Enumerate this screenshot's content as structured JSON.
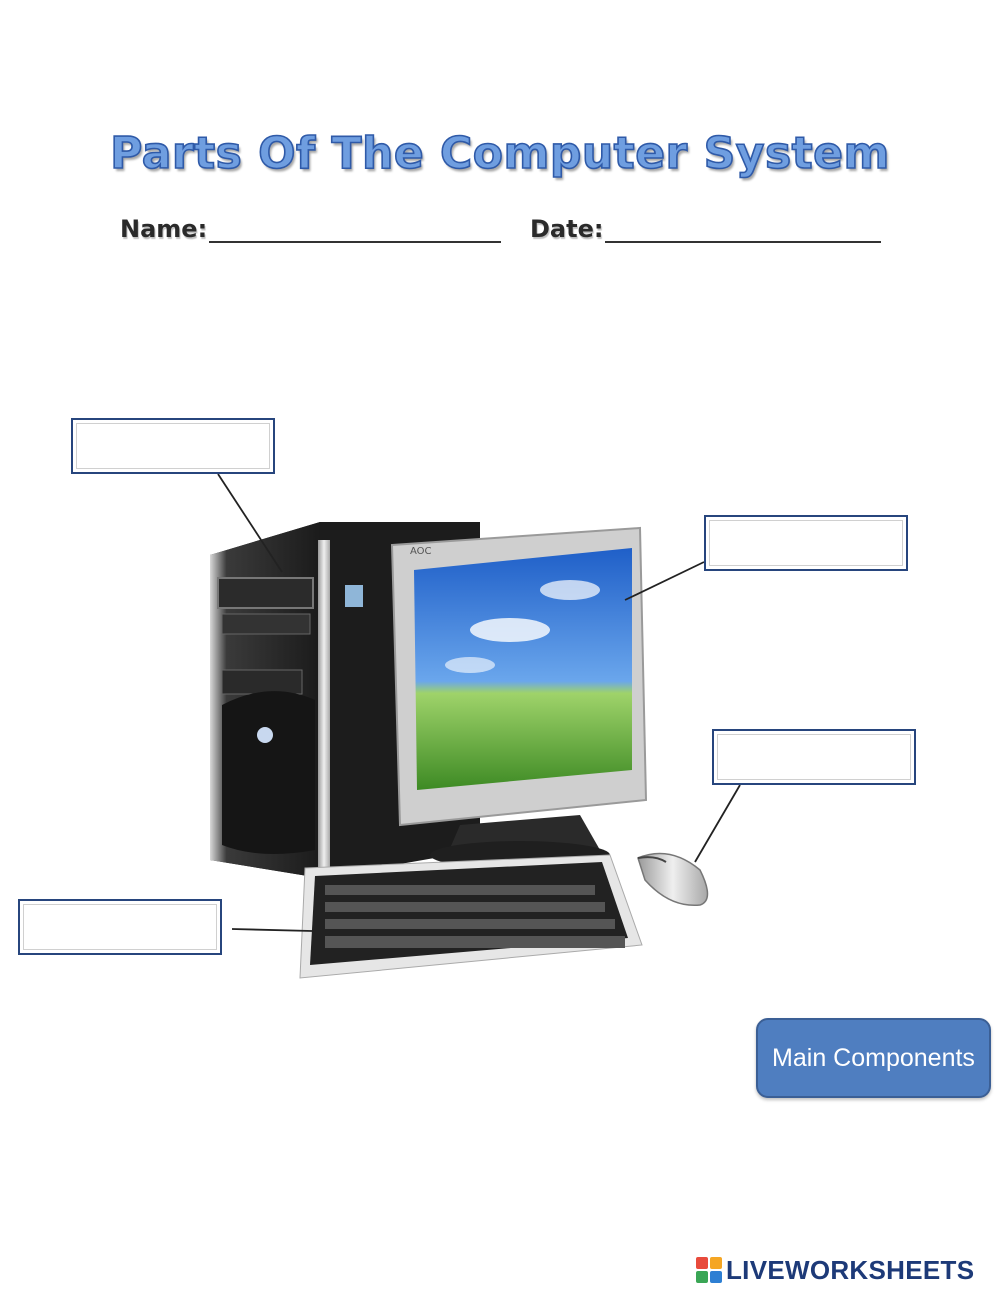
{
  "worksheet": {
    "title": "Parts Of The Computer System",
    "name_label": "Name:",
    "date_label": "Date:"
  },
  "image": {
    "monitor_brand": "AOC"
  },
  "answer_boxes": [
    {
      "id": "system-unit",
      "value": ""
    },
    {
      "id": "monitor",
      "value": ""
    },
    {
      "id": "mouse",
      "value": ""
    },
    {
      "id": "keyboard",
      "value": ""
    }
  ],
  "button": {
    "main_components_label": "Main Components"
  },
  "branding": {
    "text": "LIVEWORKSHEETS",
    "colors": [
      "#e84b3c",
      "#f5a623",
      "#3aa655",
      "#2d7fd3"
    ]
  }
}
